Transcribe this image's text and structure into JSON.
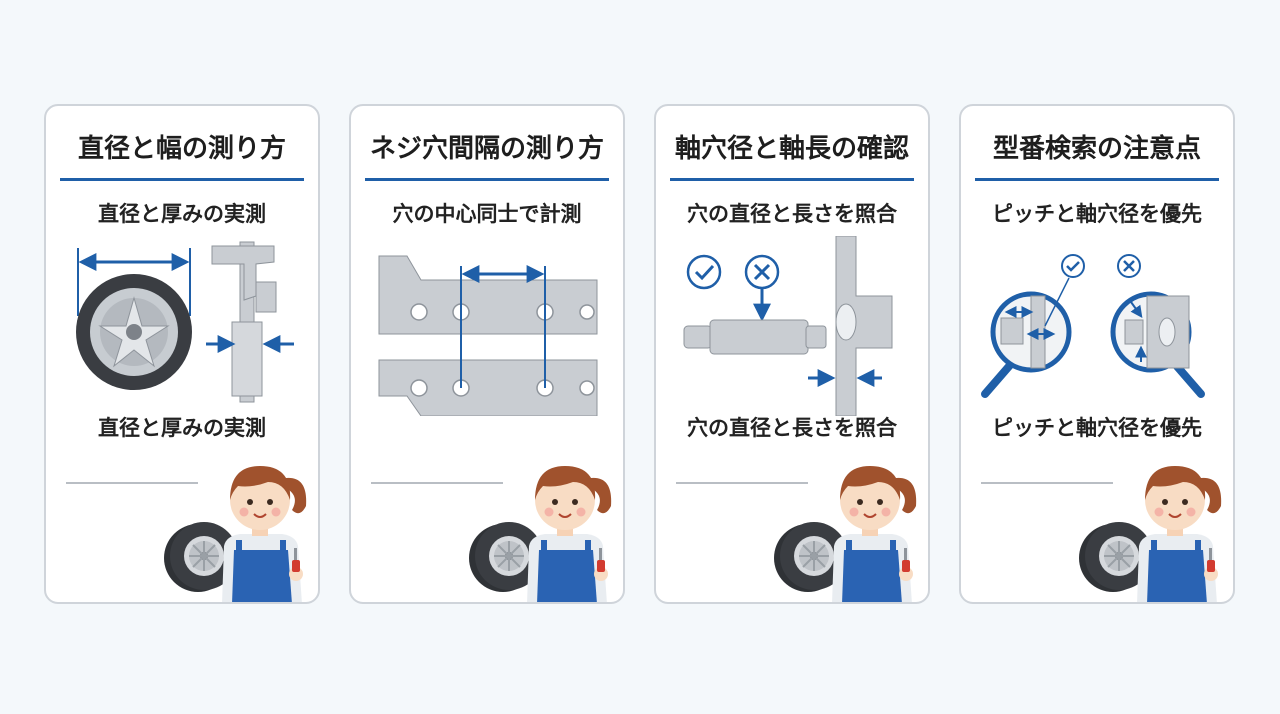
{
  "cards": [
    {
      "title": "直径と幅の測り方",
      "subtitle": "直径と厚みの実測",
      "caption": "直径と厚みの実測"
    },
    {
      "title": "ネジ穴間隔の測り方",
      "subtitle": "穴の中心同士で計測",
      "caption": ""
    },
    {
      "title": "軸穴径と軸長の確認",
      "subtitle": "穴の直径と長さを照合",
      "caption": "穴の直径と長さを照合"
    },
    {
      "title": "型番検索の注意点",
      "subtitle": "ピッチと軸穴径を優先",
      "caption": "ピッチと軸穴径を優先"
    }
  ],
  "colors": {
    "accent": "#1f5fa8",
    "part_gray": "#c9cdd2",
    "tire": "#3a3d42",
    "apron": "#2a63b3",
    "hair": "#a0522d"
  },
  "icons": [
    "check-circle-icon",
    "cross-circle-icon",
    "magnifier-icon",
    "caliper-icon",
    "tire-icon"
  ]
}
